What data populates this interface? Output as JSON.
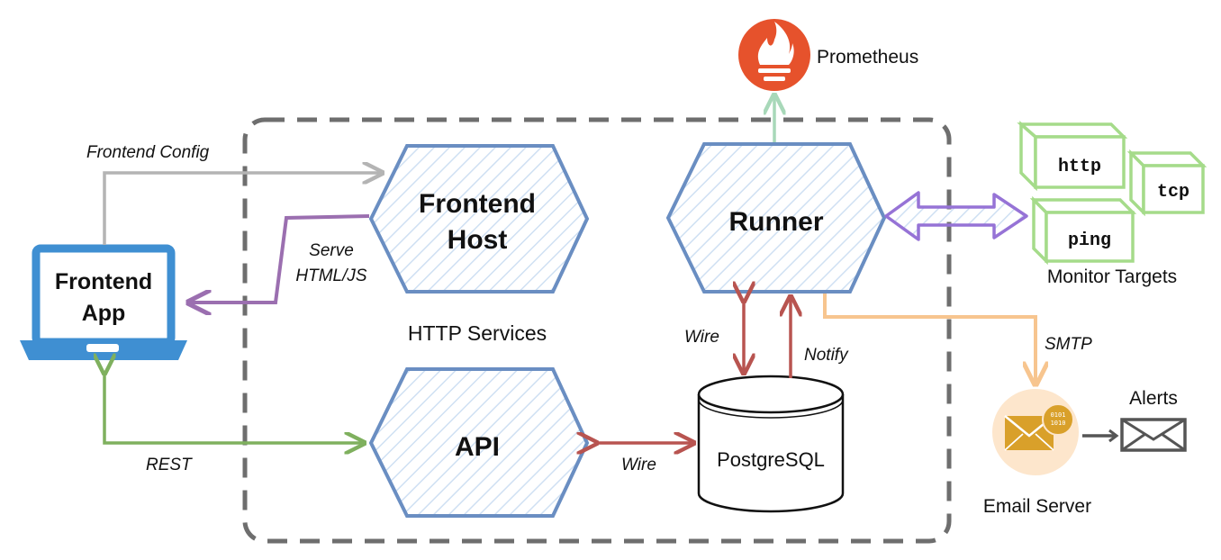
{
  "nodes": {
    "frontend_host": "Frontend\nHost",
    "runner": "Runner",
    "api": "API",
    "postgres": "PostgreSQL",
    "frontend_app": "Frontend\nApp",
    "prometheus": "Prometheus",
    "email_server": "Email Server",
    "alerts": "Alerts",
    "monitor_targets": "Monitor Targets",
    "targets": [
      "http",
      "tcp",
      "ping"
    ]
  },
  "group_label": "HTTP Services",
  "edges": {
    "frontend_config": "Frontend Config",
    "serve_line1": "Serve",
    "serve_line2": "HTML/JS",
    "rest": "REST",
    "wire_api_db": "Wire",
    "wire_runner_db": "Wire",
    "notify": "Notify",
    "smtp": "SMTP"
  },
  "colors": {
    "hexagon_stroke": "#6a8ec2",
    "hexagon_hatch": "#cfe0f3",
    "laptop": "#3f8fd2",
    "prometheus": "#e6522c",
    "config_arrow": "#b4b4b4",
    "serve_arrow": "#9b6fb0",
    "rest_arrow": "#7fb05e",
    "wire_arrow": "#b85450",
    "prom_arrow": "#a8d8b9",
    "smtp_arrow": "#f7c58f",
    "targets_arrow": "#9673d6",
    "target_stroke": "#a5db8a",
    "group_border": "#6e6e6e",
    "email_circle": "#fde6cc",
    "email_icon": "#d9a02a",
    "alerts_icon": "#555555"
  },
  "icons": [
    "laptop-icon",
    "prometheus-flame-icon",
    "email-icon",
    "envelope-icon",
    "cylinder-icon",
    "cube-icon"
  ]
}
